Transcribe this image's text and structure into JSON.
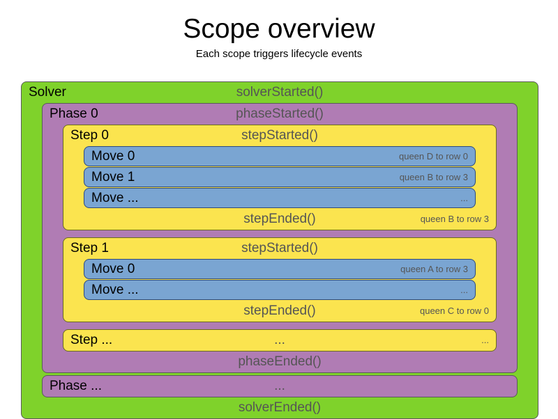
{
  "header": {
    "title": "Scope overview",
    "subtitle": "Each scope triggers lifecycle events"
  },
  "colors": {
    "solver": "#7fd22b",
    "phase": "#b07cb4",
    "step": "#fbe44f",
    "move": "#7aa5d2",
    "label_text": "#000000",
    "event_text": "#555555"
  },
  "diagram": {
    "solver": {
      "label": "Solver",
      "started_event": "solverStarted()",
      "ended_event": "solverEnded()",
      "phases": [
        {
          "label": "Phase 0",
          "started_event": "phaseStarted()",
          "ended_event": "phaseEnded()",
          "steps": [
            {
              "label": "Step 0",
              "started_event": "stepStarted()",
              "ended_event": "stepEnded()",
              "ended_detail": "queen B to row 3",
              "moves": [
                {
                  "label": "Move 0",
                  "detail": "queen D to row 0"
                },
                {
                  "label": "Move 1",
                  "detail": "queen B to row 3"
                },
                {
                  "label": "Move ...",
                  "detail": "..."
                }
              ]
            },
            {
              "label": "Step 1",
              "started_event": "stepStarted()",
              "ended_event": "stepEnded()",
              "ended_detail": "queen C to row 0",
              "moves": [
                {
                  "label": "Move 0",
                  "detail": "queen A to row 3"
                },
                {
                  "label": "Move ...",
                  "detail": "..."
                }
              ]
            },
            {
              "label": "Step ...",
              "started_event": "...",
              "started_detail": "...",
              "collapsed": true
            }
          ]
        },
        {
          "label": "Phase ...",
          "started_event": "...",
          "collapsed": true
        }
      ]
    }
  }
}
